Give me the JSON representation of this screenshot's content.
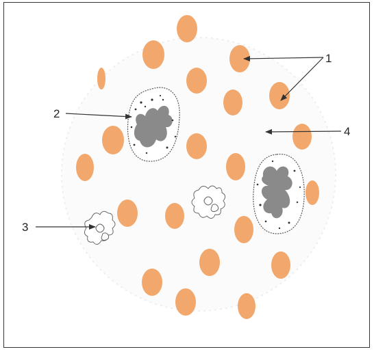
{
  "colors": {
    "red_cell": "#f2a86c",
    "nucleus": "#8a8a8a",
    "outline": "#555555",
    "field": "#fbfbfb",
    "arrow": "#333333"
  },
  "labels": {
    "label_1": "1",
    "label_2": "2",
    "label_3": "3",
    "label_4": "4"
  }
}
